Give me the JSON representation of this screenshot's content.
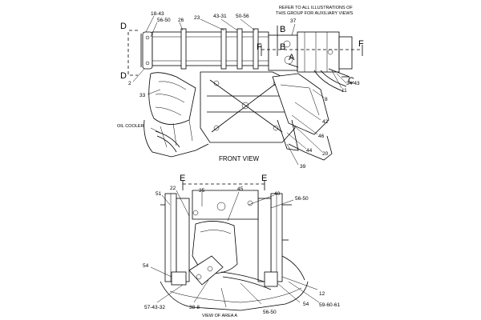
{
  "notes": {
    "reference_line1": "REFER TO ALL ILLUSTRATIONS OF",
    "reference_line2": "THIS GROUP FOR AUXILIARY VIEWS"
  },
  "front_view": {
    "caption": "FRONT VIEW",
    "oil_cooler": "OIL COOLER",
    "callouts": [
      "18-43",
      "56-50",
      "26",
      "23",
      "43-31",
      "50-56",
      "37",
      "2",
      "33",
      "11",
      "34-43",
      "8",
      "42",
      "46",
      "20",
      "44",
      "39"
    ],
    "view_letters": [
      "D",
      "D",
      "B",
      "B",
      "F",
      "F",
      "A",
      "C"
    ]
  },
  "area_a": {
    "caption": "VIEW OF AREA A",
    "callouts": [
      "51",
      "22",
      "35",
      "45",
      "40",
      "56-50",
      "54",
      "57-43-32",
      "38-8",
      "56-50",
      "54",
      "12",
      "59-60-61"
    ],
    "view_letters": [
      "E",
      "E"
    ]
  }
}
